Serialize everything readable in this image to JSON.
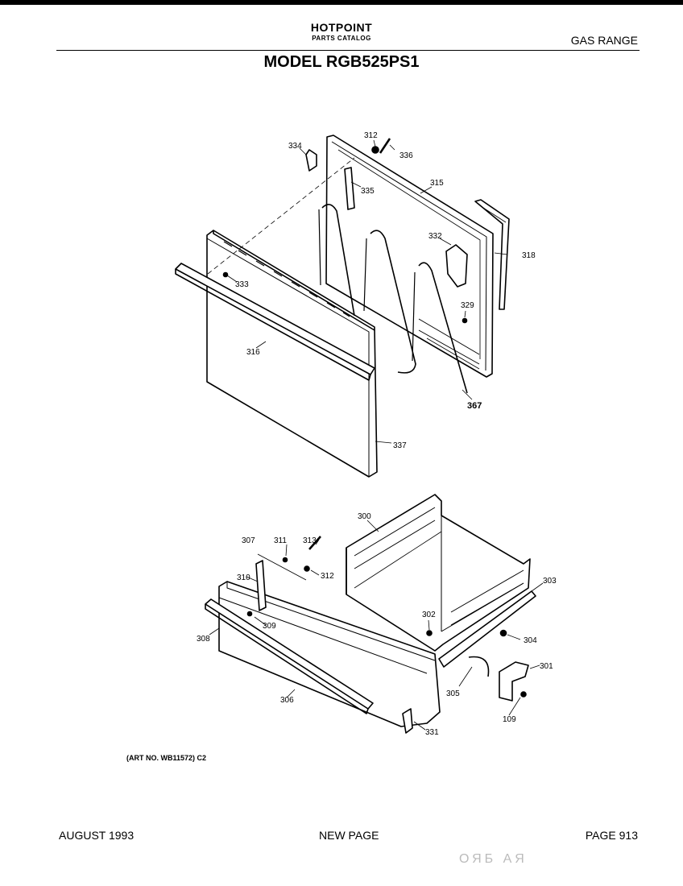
{
  "header": {
    "brand": "HOTPOINT",
    "catalog": "PARTS CATALOG",
    "category": "GAS RANGE",
    "model": "MODEL RGB525PS1"
  },
  "diagram": {
    "art_number": "(ART NO. WB11572) C2",
    "part_labels": {
      "p334": "334",
      "p312a": "312",
      "p336": "336",
      "p335": "335",
      "p315a": "315",
      "p318": "318",
      "p332": "332",
      "p333": "333",
      "p329": "329",
      "p316": "316",
      "p367": "367",
      "p337": "337",
      "p300": "300",
      "p307": "307",
      "p311": "311",
      "p313": "313",
      "p312b": "312",
      "p310": "310",
      "p303": "303",
      "p302": "302",
      "p309": "309",
      "p308": "308",
      "p304": "304",
      "p301": "301",
      "p305": "305",
      "p306": "306",
      "p109": "109",
      "p331": "331"
    }
  },
  "footer": {
    "date": "AUGUST 1993",
    "status": "NEW PAGE",
    "page": "PAGE 913",
    "stamp": "ОЯБ АЯ"
  }
}
